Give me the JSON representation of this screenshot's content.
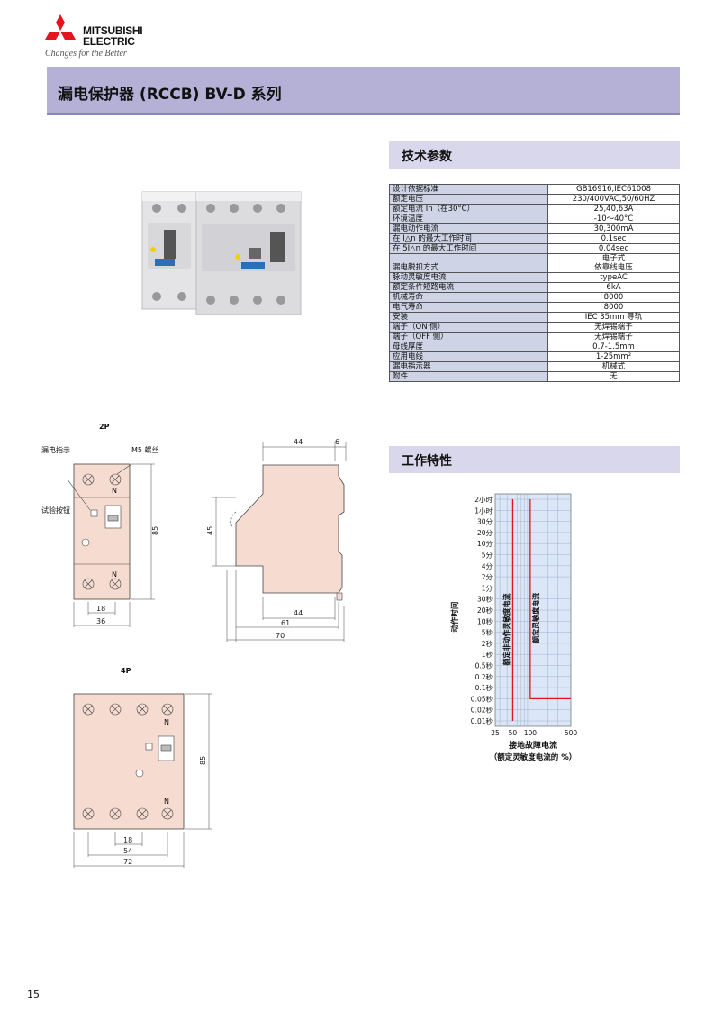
{
  "header": {
    "brand_line1": "MITSUBISHI",
    "brand_line2": "ELECTRIC",
    "slogan": "Changes for the Better",
    "title": "漏电保护器 (RCCB) BV-D 系列",
    "logo_icon": "three-diamond-logo-icon",
    "brand_color": "#e4141e",
    "band_color": "#b4b0d6"
  },
  "sections": {
    "spec_title": "技术参数",
    "chart_title": "工作特性"
  },
  "spec_rows": [
    {
      "k": "设计依据标准",
      "v": "GB16916,IEC61008"
    },
    {
      "k": "额定电压",
      "v": "230/400VAC,50/60HZ"
    },
    {
      "k": "额定电流  In（在30°C）",
      "v": "25,40,63A"
    },
    {
      "k": "环境温度",
      "v": "-10～40°C"
    },
    {
      "k": "漏电动作电流",
      "v": "30,300mA"
    },
    {
      "k": "在  I△n 的最大工作时间",
      "v": "0.1sec"
    },
    {
      "k": "在  5I△n 的最大工作时间",
      "v": "0.04sec"
    },
    {
      "k": "漏电脱扣方式",
      "v": "电子式",
      "v2": "依靠线电压"
    },
    {
      "k": "脉动灵敏度电流",
      "v": "typeAC"
    },
    {
      "k": "额定条件短路电流",
      "v": "6kA"
    },
    {
      "k": "机械寿命",
      "v": "8000"
    },
    {
      "k": "电气寿命",
      "v": "8000"
    },
    {
      "k": "安装",
      "v": "IEC 35mm  导轨"
    },
    {
      "k": "端子（ON  侧）",
      "v": "无焊锡端子"
    },
    {
      "k": "端子（OFF  侧）",
      "v": "无焊锡端子"
    },
    {
      "k": "母线厚度",
      "v": "0.7-1.5mm"
    },
    {
      "k": "应用电线",
      "v": "1-25mm²"
    },
    {
      "k": "漏电指示器",
      "v": "机械式"
    },
    {
      "k": "附件",
      "v": "无"
    }
  ],
  "drawings": {
    "twop": {
      "label": "2P",
      "leak_indicator": "漏电指示",
      "screw": "M5 螺丝",
      "test_button": "试验按钮",
      "n_top": "N",
      "n_bottom": "N",
      "dim_height": "85",
      "dim_pitch": "18",
      "dim_width": "36"
    },
    "side": {
      "dim_depth": "44",
      "dim_top": "6",
      "dim_45": "45",
      "dim_44b": "44",
      "dim_61": "61",
      "dim_70": "70"
    },
    "fourp": {
      "label": "4P",
      "n_top": "N",
      "n_bottom": "N",
      "dim_height": "85",
      "dim_pitch": "18",
      "dim_54": "54",
      "dim_72": "72"
    }
  },
  "chart_data": {
    "type": "line",
    "ylabel": "动作时间",
    "xlabel": "接地故障电流",
    "xlabel_sub": "（额定灵敏度电流的  %）",
    "x_ticks": [
      "25",
      "50",
      "100",
      "500"
    ],
    "y_ticks": [
      "2小时",
      "1小时",
      "30分",
      "20分",
      "10分",
      "5分",
      "4分",
      "2分",
      "1分",
      "30秒",
      "20秒",
      "10秒",
      "5秒",
      "2秒",
      "1秒",
      "0.5秒",
      "0.2秒",
      "0.1秒",
      "0.05秒",
      "0.02秒",
      "0.01秒"
    ],
    "annotations": [
      "额定非动作灵敏度电流",
      "额定灵敏度电流"
    ],
    "series": [
      {
        "points": [
          [
            50,
            "2小时"
          ],
          [
            50,
            "0.01秒"
          ]
        ]
      },
      {
        "points": [
          [
            100,
            "2小时"
          ],
          [
            100,
            "0.05秒"
          ],
          [
            500,
            "0.05秒"
          ]
        ]
      }
    ],
    "x_scale": "log",
    "grid": true,
    "line_color": "#e4141e"
  },
  "footer": {
    "page_number": "15"
  }
}
